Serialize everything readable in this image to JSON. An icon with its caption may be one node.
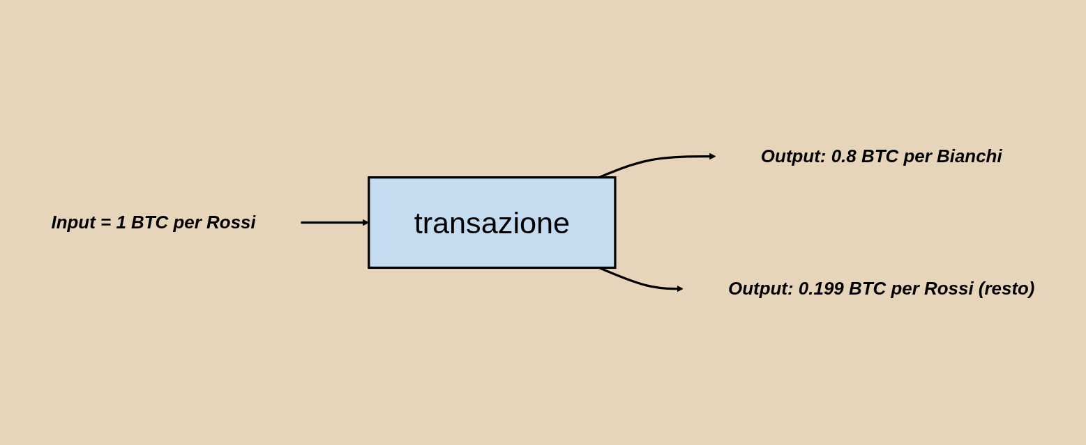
{
  "diagram": {
    "nodes": [
      {
        "text": [
          "Input = 1 BTC per Rossi"
        ]
      },
      {
        "text": [
          "transazione"
        ]
      },
      {
        "text": [
          "Output: 0.8 BTC per Bianchi"
        ]
      },
      {
        "text": [
          "Output: 0.199 BTC per Rossi (resto)"
        ]
      }
    ],
    "edges": [
      {
        "from": 0,
        "to": 1,
        "arrow": "to"
      },
      {
        "from": 1,
        "to": 2,
        "arrow": "to"
      },
      {
        "from": 1,
        "to": 3,
        "arrow": "to"
      }
    ]
  }
}
